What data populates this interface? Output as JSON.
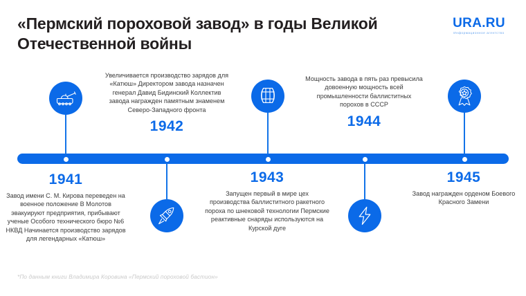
{
  "header": {
    "title": "«Пермский пороховой завод» в годы Великой Отечественной войны",
    "logo_main": "URA.RU",
    "logo_sub": "Информационное агентство"
  },
  "events": [
    {
      "year": "1941",
      "position": "below",
      "icon": "tank-icon",
      "text": "Завод имени С. М. Кирова переведен на военное положение\nВ Молотов эвакуируют предприятия, прибывают ученые Особого технического бюро №6 НКВД\nНачинается производство зарядов для легендарных «Катюш»"
    },
    {
      "year": "1942",
      "position": "above",
      "icon": "rocket-icon",
      "text": "Увеличивается производство зарядов для «Катюш»\nДиректором завода назначен генерал Давид Бидинский\nКоллектив завода награжден памятным знаменем Северо-Западного фронта"
    },
    {
      "year": "1943",
      "position": "below",
      "icon": "barrel-icon",
      "text": "Запущен первый в мире цех производства баллиститного ракетного пороха по шнековой технологии\nПермские реактивные снаряды используются на Курской дуге"
    },
    {
      "year": "1944",
      "position": "above",
      "icon": "lightning-icon",
      "text": "Мощность завода в пять раз превысила довоенную мощность всей промышленности баллиститных порохов в СССР"
    },
    {
      "year": "1945",
      "position": "below",
      "icon": "medal-icon",
      "text": "Завод награжден орденом Боевого Красного Замени"
    }
  ],
  "footnote": "*По данным книги Владимира Коровина «Пермский пороховой бастион»",
  "colors": {
    "accent": "#0b6ae8",
    "title": "#231f20",
    "body_text": "#3b3b3b",
    "footnote": "#c9c9c9",
    "background": "#ffffff"
  }
}
